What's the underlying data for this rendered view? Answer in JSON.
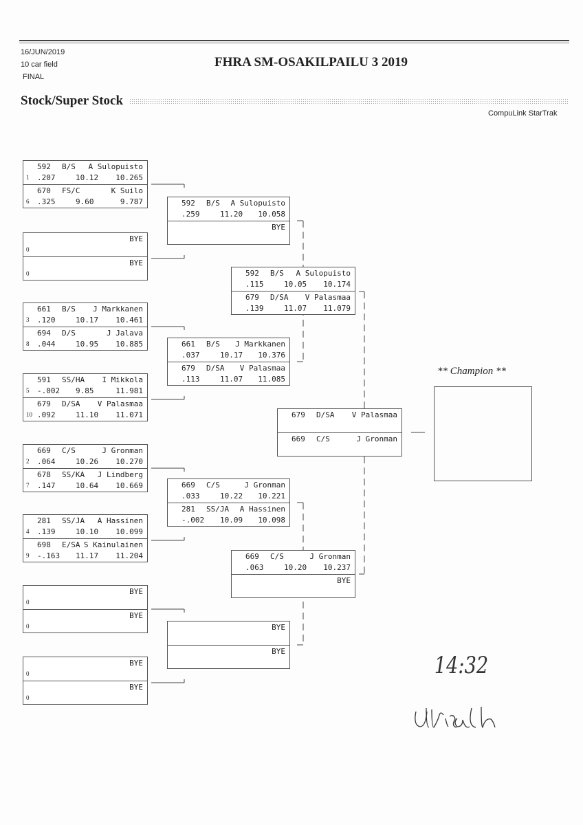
{
  "header": {
    "date": "16/JUN/2019",
    "field": "10 car field",
    "status": "FINAL",
    "title": "FHRA SM-OSAKILPAILU 3 2019",
    "section": "Stock/Super Stock",
    "software": "CompuLink StarTrak"
  },
  "champion_label": "** Champion **",
  "handwritten": {
    "time": "14:32",
    "signature": "Ulrica Ch"
  },
  "rounds": [
    {
      "matches": [
        {
          "lanes": [
            {
              "seed": "1",
              "car": "592",
              "class": "B/S",
              "driver": "A Sulopuisto",
              "rt": ".207",
              "et": "10.12",
              "speed": "10.265"
            },
            {
              "seed": "6",
              "car": "670",
              "class": "FS/C",
              "driver": "K Suilo",
              "rt": ".325",
              "et": "9.60",
              "speed": "9.787"
            }
          ]
        },
        {
          "lanes": [
            {
              "seed": "0",
              "driver": "BYE"
            },
            {
              "seed": "0",
              "driver": "BYE"
            }
          ]
        },
        {
          "lanes": [
            {
              "seed": "3",
              "car": "661",
              "class": "B/S",
              "driver": "J Markkanen",
              "rt": ".120",
              "et": "10.17",
              "speed": "10.461"
            },
            {
              "seed": "8",
              "car": "694",
              "class": "D/S",
              "driver": "J Jalava",
              "rt": ".044",
              "et": "10.95",
              "speed": "10.885"
            }
          ]
        },
        {
          "lanes": [
            {
              "seed": "5",
              "car": "591",
              "class": "SS/HA",
              "driver": "I Mikkola",
              "rt": "-.002",
              "et": "9.85",
              "speed": "11.981"
            },
            {
              "seed": "10",
              "car": "679",
              "class": "D/SA",
              "driver": "V Palasmaa",
              "rt": ".092",
              "et": "11.10",
              "speed": "11.071"
            }
          ]
        },
        {
          "lanes": [
            {
              "seed": "2",
              "car": "669",
              "class": "C/S",
              "driver": "J Gronman",
              "rt": ".064",
              "et": "10.26",
              "speed": "10.270"
            },
            {
              "seed": "7",
              "car": "678",
              "class": "SS/KA",
              "driver": "J Lindberg",
              "rt": ".147",
              "et": "10.64",
              "speed": "10.669"
            }
          ]
        },
        {
          "lanes": [
            {
              "seed": "4",
              "car": "281",
              "class": "SS/JA",
              "driver": "A Hassinen",
              "rt": ".139",
              "et": "10.10",
              "speed": "10.099"
            },
            {
              "seed": "9",
              "car": "698",
              "class": "E/SA",
              "driver": "S Kainulainen",
              "rt": "-.163",
              "et": "11.17",
              "speed": "11.204"
            }
          ]
        },
        {
          "lanes": [
            {
              "seed": "0",
              "driver": "BYE"
            },
            {
              "seed": "0",
              "driver": "BYE"
            }
          ]
        },
        {
          "lanes": [
            {
              "seed": "0",
              "driver": "BYE"
            },
            {
              "seed": "0",
              "driver": "BYE"
            }
          ]
        }
      ]
    },
    {
      "matches": [
        {
          "lanes": [
            {
              "car": "592",
              "class": "B/S",
              "driver": "A Sulopuisto",
              "rt": ".259",
              "et": "11.20",
              "speed": "10.058"
            },
            {
              "driver": "BYE"
            }
          ]
        },
        {
          "lanes": [
            {
              "car": "661",
              "class": "B/S",
              "driver": "J Markkanen",
              "rt": ".037",
              "et": "10.17",
              "speed": "10.376"
            },
            {
              "car": "679",
              "class": "D/SA",
              "driver": "V Palasmaa",
              "rt": ".113",
              "et": "11.07",
              "speed": "11.085"
            }
          ]
        },
        {
          "lanes": [
            {
              "car": "669",
              "class": "C/S",
              "driver": "J Gronman",
              "rt": ".033",
              "et": "10.22",
              "speed": "10.221"
            },
            {
              "car": "281",
              "class": "SS/JA",
              "driver": "A Hassinen",
              "rt": "-.002",
              "et": "10.09",
              "speed": "10.098"
            }
          ]
        },
        {
          "lanes": [
            {
              "driver": "BYE"
            },
            {
              "driver": "BYE"
            }
          ]
        }
      ]
    },
    {
      "matches": [
        {
          "lanes": [
            {
              "car": "592",
              "class": "B/S",
              "driver": "A Sulopuisto",
              "rt": ".115",
              "et": "10.05",
              "speed": "10.174"
            },
            {
              "car": "679",
              "class": "D/SA",
              "driver": "V Palasmaa",
              "rt": ".139",
              "et": "11.07",
              "speed": "11.079"
            }
          ]
        },
        {
          "lanes": [
            {
              "car": "669",
              "class": "C/S",
              "driver": "J Gronman",
              "rt": ".063",
              "et": "10.20",
              "speed": "10.237"
            },
            {
              "driver": "BYE"
            }
          ]
        }
      ]
    },
    {
      "matches": [
        {
          "lanes": [
            {
              "car": "679",
              "class": "D/SA",
              "driver": "V Palasmaa"
            },
            {
              "car": "669",
              "class": "C/S",
              "driver": "J Gronman"
            }
          ]
        }
      ]
    }
  ]
}
